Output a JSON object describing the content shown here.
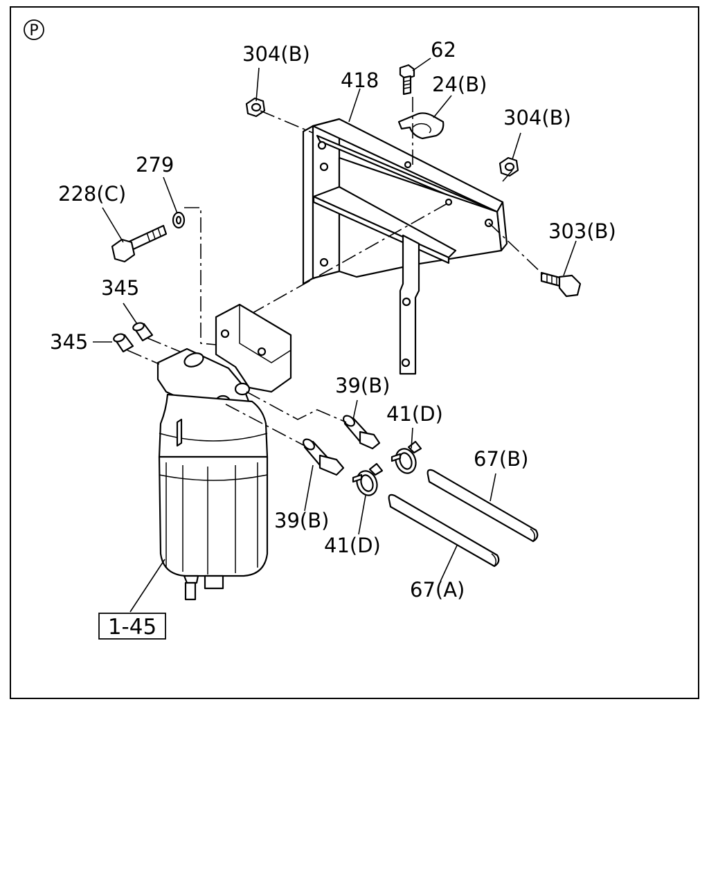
{
  "frame": {
    "corner_letter": "P"
  },
  "labels": {
    "l304b_top": "304(B)",
    "l62": "62",
    "l418": "418",
    "l24b": "24(B)",
    "l304b_right": "304(B)",
    "l279": "279",
    "l228c": "228(C)",
    "l303b": "303(B)",
    "l345_upper": "345",
    "l345_lower": "345",
    "l39b_upper": "39(B)",
    "l41d_upper": "41(D)",
    "l67b": "67(B)",
    "l39b_lower": "39(B)",
    "l41d_lower": "41(D)",
    "l67a": "67(A)",
    "l145": "1-45"
  }
}
